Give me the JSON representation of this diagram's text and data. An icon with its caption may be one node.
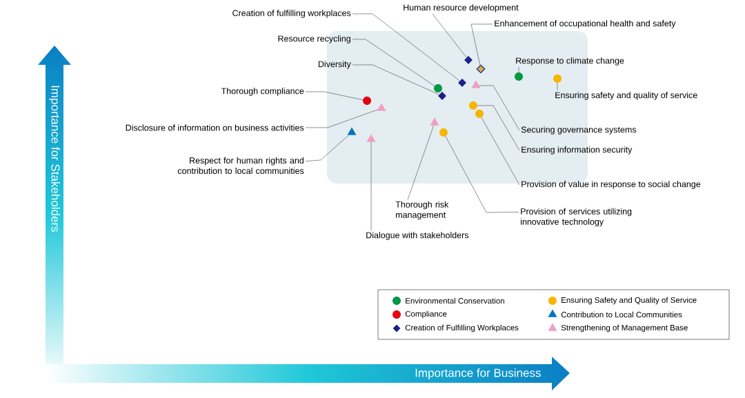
{
  "diagram": {
    "nodes": [
      {
        "text": [
          "Creation of fulfilling workplaces"
        ]
      },
      {
        "text": [
          "Human resource development"
        ]
      },
      {
        "text": [
          "Enhancement of occupational health and safety"
        ]
      },
      {
        "text": [
          "Resource recycling"
        ]
      },
      {
        "text": [
          "Response to climate change"
        ]
      },
      {
        "text": [
          "Diversity"
        ]
      },
      {
        "text": [
          "Thorough compliance"
        ]
      },
      {
        "text": [
          "Ensuring safety and quality of service"
        ]
      },
      {
        "text": [
          "Disclosure of information on business activities"
        ]
      },
      {
        "text": [
          "Securing governance systems"
        ]
      },
      {
        "text": [
          "Ensuring information security"
        ]
      },
      {
        "text": [
          "Respect for human rights and contribution to local communities"
        ]
      },
      {
        "text": [
          "Provision of value in response to social change"
        ]
      },
      {
        "text": [
          "Thorough risk management"
        ]
      },
      {
        "text": [
          "Provision of services utilizing innovative technology"
        ]
      },
      {
        "text": [
          "Dialogue with stakeholders"
        ]
      },
      {
        "text": [],
        "shape": "triangle"
      },
      {
        "text": [],
        "shape": "circle"
      },
      {
        "text": [],
        "shape": "triangle"
      },
      {
        "text": [],
        "shape": "triangle"
      },
      {
        "text": [],
        "shape": "triangle"
      },
      {
        "text": [],
        "shape": "circle"
      },
      {
        "text": [],
        "shape": "diamond"
      },
      {
        "text": [],
        "shape": "circle"
      },
      {
        "text": [],
        "shape": "diamond"
      },
      {
        "text": [],
        "shape": "diamond"
      },
      {
        "text": [],
        "shape": "circle"
      },
      {
        "text": [],
        "shape": "triangle"
      },
      {
        "text": [],
        "shape": "circle"
      },
      {
        "text": [],
        "shape": "diamond"
      },
      {
        "text": [],
        "shape": "circle"
      },
      {
        "text": [],
        "shape": "circle"
      }
    ],
    "edges": [
      {
        "from": 0,
        "to": 24,
        "arrow": "none"
      },
      {
        "from": 1,
        "to": 25,
        "arrow": "none"
      },
      {
        "from": 2,
        "to": 29,
        "arrow": "none"
      },
      {
        "from": 3,
        "to": 21,
        "arrow": "none"
      },
      {
        "from": 4,
        "to": 30,
        "arrow": "none"
      },
      {
        "from": 5,
        "to": 22,
        "arrow": "none"
      },
      {
        "from": 6,
        "to": 17,
        "arrow": "none"
      },
      {
        "from": 7,
        "to": 31,
        "arrow": "none"
      },
      {
        "from": 8,
        "to": 19,
        "arrow": "none"
      },
      {
        "from": 9,
        "to": 27,
        "arrow": "none"
      },
      {
        "from": 10,
        "to": 26,
        "arrow": "none"
      },
      {
        "from": 11,
        "to": 16,
        "arrow": "none"
      },
      {
        "from": 12,
        "to": 28,
        "arrow": "none"
      },
      {
        "from": 13,
        "to": 20,
        "arrow": "none"
      },
      {
        "from": 14,
        "to": 23,
        "arrow": "none"
      },
      {
        "from": 15,
        "to": 18,
        "arrow": "none"
      }
    ],
    "labels": [
      "Importance for Stakeholders",
      "Importance for Business"
    ],
    "legend": [
      {
        "text": "Environmental Conservation",
        "color": "#009944"
      },
      {
        "text": "Ensuring Safety and Quality of Service",
        "color": "#f8b500"
      },
      {
        "text": "Compliance",
        "color": "#e60012"
      },
      {
        "text": "Contribution to Local Communities",
        "color": "#0075c2"
      },
      {
        "text": "Creation of Fulfilling Workplaces",
        "color": "#1d2088"
      },
      {
        "text": "Strengthening of Management Base",
        "color": "#f19ec2"
      }
    ]
  }
}
